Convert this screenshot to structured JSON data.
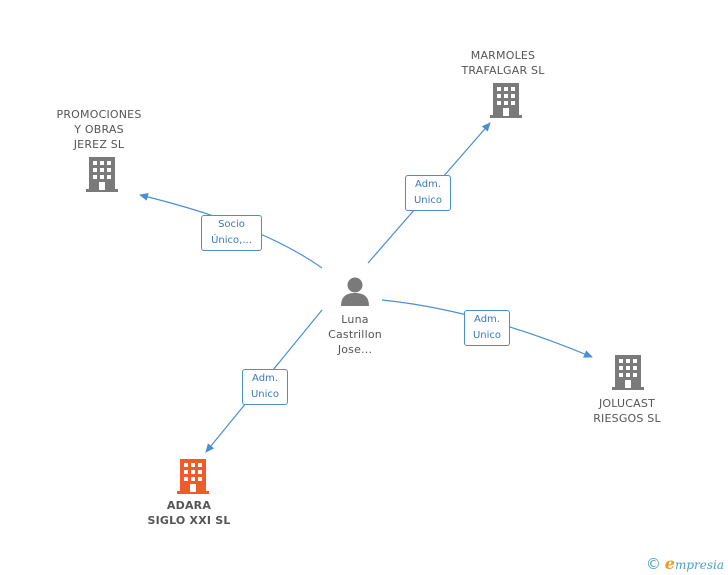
{
  "colors": {
    "edge": "#4a8fd4",
    "company": "#7a7a7a",
    "company_highlight": "#f25a2c",
    "person": "#7a7a7a",
    "label_text": "#555555"
  },
  "nodes": {
    "promociones": {
      "lines": [
        "PROMOCIONES",
        "Y OBRAS",
        "JEREZ SL"
      ],
      "icon": "building-icon"
    },
    "marmoles": {
      "lines": [
        "MARMOLES",
        "TRAFALGAR SL"
      ],
      "icon": "building-icon"
    },
    "person": {
      "lines": [
        "Luna",
        "Castrillon",
        "Jose..."
      ],
      "icon": "person-icon"
    },
    "jolucast": {
      "lines": [
        "JOLUCAST",
        "RIESGOS  SL"
      ],
      "icon": "building-icon"
    },
    "adara": {
      "lines": [
        "ADARA",
        "SIGLO XXI  SL"
      ],
      "icon": "building-icon"
    }
  },
  "edges": {
    "to_promociones": {
      "lines": [
        "Socio",
        "Único,..."
      ]
    },
    "to_marmoles": {
      "lines": [
        "Adm.",
        "Unico"
      ]
    },
    "to_jolucast": {
      "lines": [
        "Adm.",
        "Unico"
      ]
    },
    "to_adara": {
      "lines": [
        "Adm.",
        "Unico"
      ]
    }
  },
  "footer": {
    "copyright": "©",
    "brand_initial": "e",
    "brand_rest": "mpresia"
  }
}
